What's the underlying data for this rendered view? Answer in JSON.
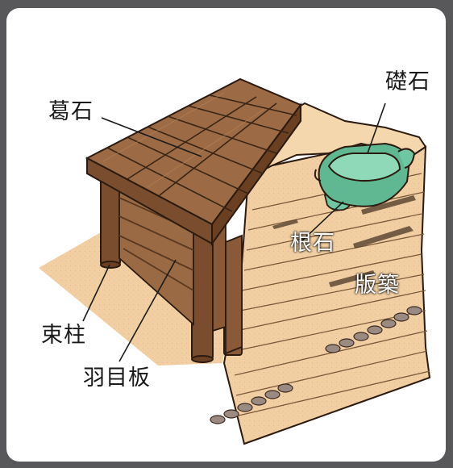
{
  "labels": {
    "kazuraishi": "葛石",
    "basement_stone": "礎石",
    "foundation_stone": "根石",
    "hanchiku": "版築",
    "tsukabashira": "束柱",
    "hamebita": "羽目板"
  },
  "colors": {
    "page_bg": "#58585a",
    "card_bg": "#ffffff",
    "earth": "#f2cfa3",
    "earth_top": "#f5d7ae",
    "wood": "#9a6a45",
    "wood_dark": "#7a4d2e",
    "stone_green": "#6ec7a2",
    "outline": "#2b1a10"
  }
}
